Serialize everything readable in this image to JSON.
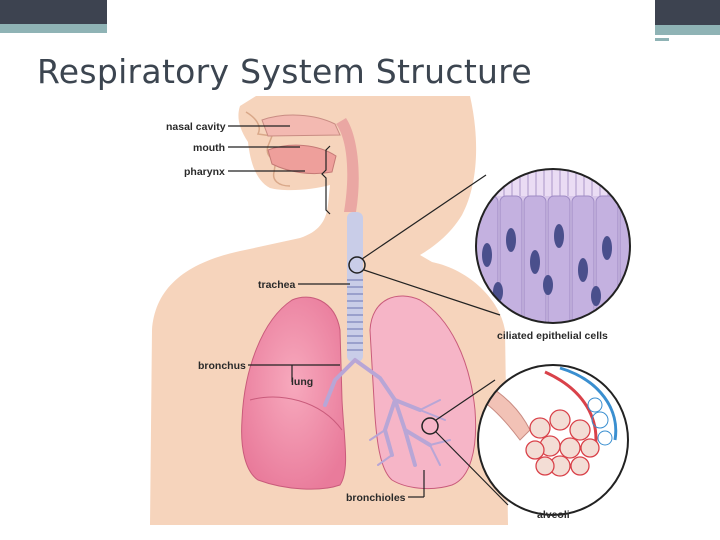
{
  "slide": {
    "title": "Respiratory System Structure",
    "colors": {
      "accent_dark": "#3d4350",
      "accent_teal": "#8fb3b5",
      "title": "#3c4550",
      "skin": "#f6d4bc",
      "lung": "#f08aa6",
      "trachea": "#bfc5e6",
      "cilia_cell": "#b8a6d6",
      "nucleus": "#4a4f8c",
      "alveoli_red": "#d9424a",
      "alveoli_blue": "#3a8fd0"
    }
  },
  "diagram": {
    "labels": {
      "nasal_cavity": "nasal cavity",
      "mouth": "mouth",
      "pharynx": "pharynx",
      "trachea": "trachea",
      "bronchus": "bronchus",
      "lung": "lung",
      "bronchioles": "bronchioles",
      "ciliated_cells": "ciliated epithelial cells",
      "alveoli": "alveoli"
    }
  }
}
